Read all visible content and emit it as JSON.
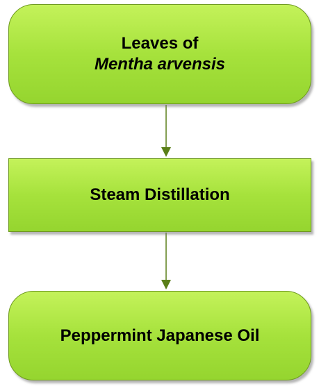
{
  "flowchart": {
    "steps": [
      {
        "line1": "Leaves of",
        "line2": "Mentha arvensis"
      },
      {
        "line1": "Steam Distillation"
      },
      {
        "line1": "Peppermint Japanese Oil"
      }
    ]
  },
  "colors": {
    "node_fill": "#a6e23c",
    "node_border": "#6e9a1f",
    "arrow": "#5a7f18"
  }
}
